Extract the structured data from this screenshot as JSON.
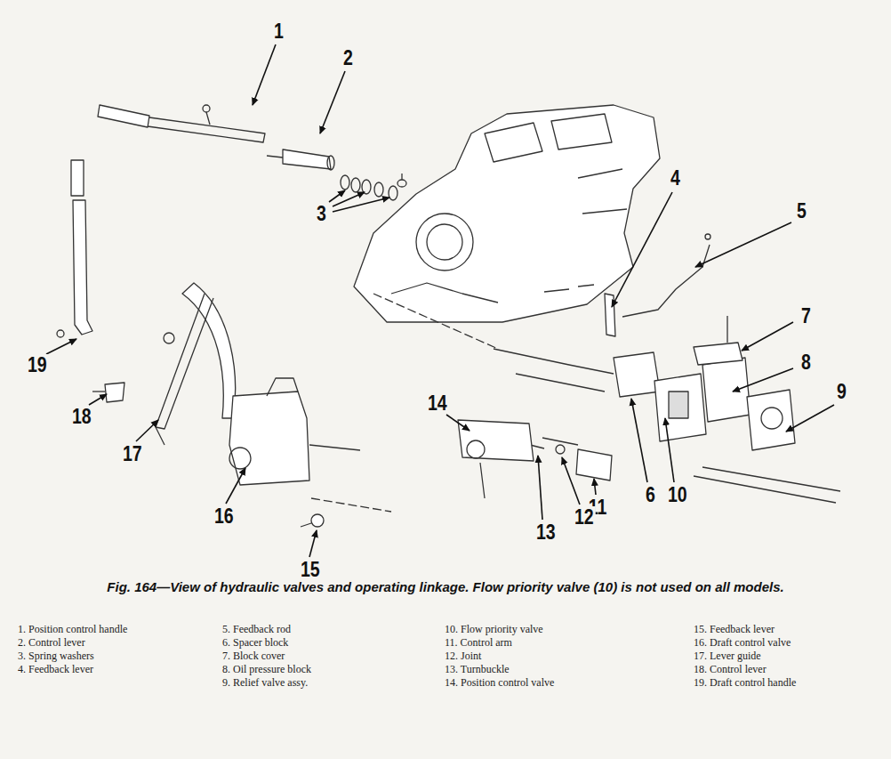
{
  "diagram": {
    "caption": "Fig. 164—View of hydraulic valves and operating linkage. Flow priority valve (10) is not used on all models.",
    "labels": [
      "1",
      "2",
      "3",
      "4",
      "5",
      "6",
      "7",
      "8",
      "9",
      "10",
      "11",
      "12",
      "13",
      "14",
      "15",
      "16",
      "17",
      "18",
      "19",
      "1. Position control handle",
      "2. Control lever",
      "3. Spring washers",
      "4. Feedback lever",
      "5. Feedback rod",
      "6. Spacer block",
      "7. Block cover",
      "8. Oil pressure block",
      "9. Relief valve assy.",
      "10. Flow priority valve",
      "11. Control arm",
      "12. Joint",
      "13. Turnbuckle",
      "14. Position control valve",
      "15. Feedback lever",
      "16. Draft control valve",
      "17. Lever guide",
      "18. Control lever",
      "19. Draft control handle"
    ]
  }
}
